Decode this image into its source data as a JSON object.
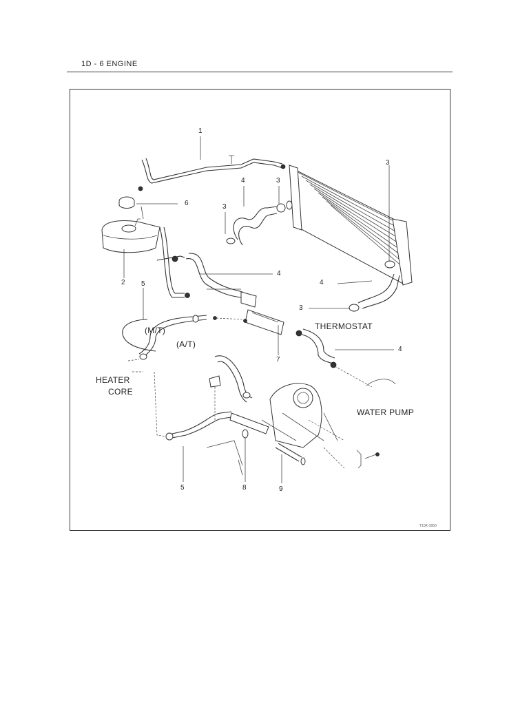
{
  "header": {
    "title": "1D - 6 ENGINE"
  },
  "diagram": {
    "code": "T10K-1650",
    "callouts": {
      "n1": "1",
      "n2": "2",
      "n3a": "3",
      "n3b": "3",
      "n3c": "3",
      "n3d": "3",
      "n4a": "4",
      "n4b": "4",
      "n4c": "4",
      "n4d": "4",
      "n5a": "5",
      "n5b": "5",
      "n6": "6",
      "n7": "7",
      "n8": "8",
      "n9": "9"
    },
    "labels": {
      "thermostat": "THERMOSTAT",
      "water_pump": "WATER PUMP",
      "heater_line1": "HEATER",
      "heater_line2": "CORE",
      "mt": "(M/T)",
      "at": "(A/T)"
    }
  }
}
